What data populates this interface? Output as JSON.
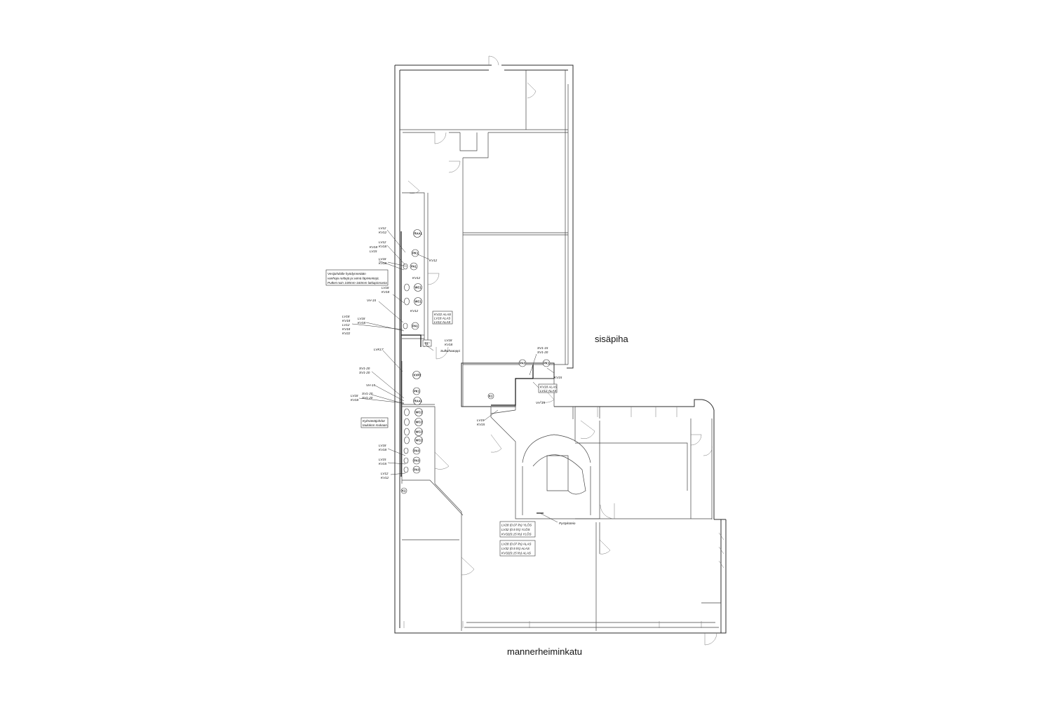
{
  "labels": {
    "courtyard": "sisäpiha",
    "street": "mannerheiminkatu"
  },
  "notes": {
    "water_line": [
      "Vesijohdolle hyödynnetään",
      "vanhoja reittejä ja seinä läpivientejä.",
      "Putket noin 100mm-160mm lattiapinnasta"
    ],
    "cooling": [
      "Kylmäntäjohdot",
      "taulukon mukaan."
    ],
    "riser_up": [
      "LV28 (0.07 l/s) YLÖS",
      "LV32 (0.5 l/s) YLÖS",
      "KV32(0.15 l/s) YLÖS"
    ],
    "riser_down": [
      "LV28 (0.07 l/s) ALAS",
      "LV32 (0.5 l/s) ALAS",
      "KV32(0.15 l/s) ALAS"
    ],
    "riser_label": "Pystykoteio",
    "valve_cabinet": "Sulkuhaaoppi",
    "down_lines": [
      "KV22 ALAS",
      "LV18 ALAS",
      "LV12 ALAS"
    ],
    "down_lines_2": [
      "KV18 ALAS",
      "LV12 ALAS"
    ]
  },
  "pipe_labels": [
    [
      "LV12",
      "KV12"
    ],
    [
      "LV12",
      "KV18"
    ],
    [
      "KV18",
      "LV15"
    ],
    [
      "LV18",
      "KV18"
    ],
    [
      "KV12"
    ],
    [
      "LV18",
      "KV18"
    ],
    [
      "VH-15"
    ],
    [
      "LV18",
      "KV18",
      "LV12",
      "KV18",
      "KV22"
    ],
    [
      "LV18",
      "KV18"
    ],
    [
      "LV18",
      "KV18"
    ],
    [
      "LVK17"
    ],
    [
      "SV1-20",
      "SV1-20"
    ],
    [
      "VH-15"
    ],
    [
      "SV1-20",
      "SV1-20"
    ],
    [
      "LV18",
      "KV18"
    ],
    [
      "LV18",
      "KV18"
    ],
    [
      "LV15",
      "KV15"
    ],
    [
      "LV12",
      "KV12"
    ],
    [
      "KV12"
    ],
    [
      "KV12"
    ],
    [
      "SV1-15",
      "SV1-20"
    ],
    [
      "KV15"
    ],
    [
      "LV15",
      "KV15"
    ],
    [
      "VH-15"
    ]
  ],
  "fixtures": {
    "column_a": [
      "RAA1",
      "PK1",
      "PA1",
      "WC1",
      "WC1",
      "PA1"
    ],
    "column_b": [
      "KVP2",
      "PK1",
      "RAA1",
      "WC2",
      "WC2",
      "WC2",
      "WC2",
      "PA3",
      "PA3",
      "PA3"
    ],
    "kitchen": [
      "PA3",
      "PK1"
    ],
    "other": [
      "S1",
      "K1",
      "K1"
    ]
  }
}
